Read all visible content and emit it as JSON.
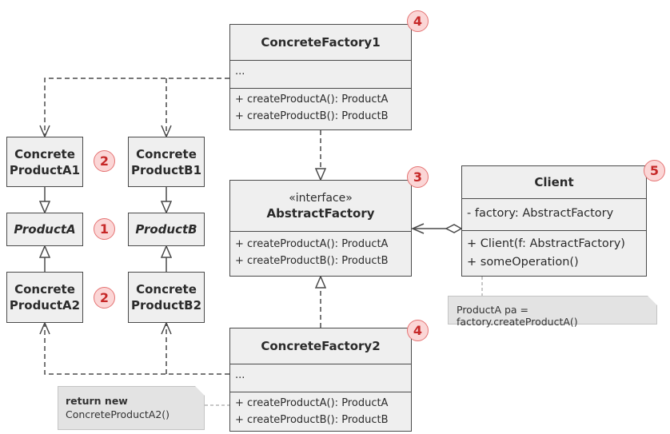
{
  "products": [
    {
      "id": "concrete-product-a1",
      "label": "Concrete\nProductA1",
      "italic": false
    },
    {
      "id": "concrete-product-b1",
      "label": "Concrete\nProductB1",
      "italic": false
    },
    {
      "id": "product-a",
      "label": "ProductA",
      "italic": true
    },
    {
      "id": "product-b",
      "label": "ProductB",
      "italic": true
    },
    {
      "id": "concrete-product-a2",
      "label": "Concrete\nProductA2",
      "italic": false
    },
    {
      "id": "concrete-product-b2",
      "label": "Concrete\nProductB2",
      "italic": false
    }
  ],
  "concrete_factory1": {
    "name": "ConcreteFactory1",
    "fields": "...",
    "ops": [
      "+ createProductA(): ProductA",
      "+ createProductB(): ProductB"
    ]
  },
  "abstract_factory": {
    "stereotype": "«interface»",
    "name": "AbstractFactory",
    "ops": [
      "+ createProductA(): ProductA",
      "+ createProductB(): ProductB"
    ]
  },
  "concrete_factory2": {
    "name": "ConcreteFactory2",
    "fields": "...",
    "ops": [
      "+ createProductA(): ProductA",
      "+ createProductB(): ProductB"
    ]
  },
  "client": {
    "name": "Client",
    "fields": "- factory: AbstractFactory",
    "ops": [
      "+ Client(f: AbstractFactory)",
      "+ someOperation()"
    ]
  },
  "notes": {
    "client_note": "ProductA pa = factory.createProductA()",
    "factory2_note_bold": "return new",
    "factory2_note_text": "ConcreteProductA2()"
  },
  "badges": {
    "concrete_product_a1": "2",
    "product_a": "1",
    "concrete_product_a2": "2",
    "concrete_factory1": "4",
    "abstract_factory": "3",
    "concrete_factory2": "4",
    "client": "5"
  },
  "colors": {
    "box_fill": "#efefef",
    "box_stroke": "#4a4a4a",
    "badge_fill": "#fbd6d6",
    "badge_text": "#c62828",
    "note_fill": "#e3e3e3"
  }
}
